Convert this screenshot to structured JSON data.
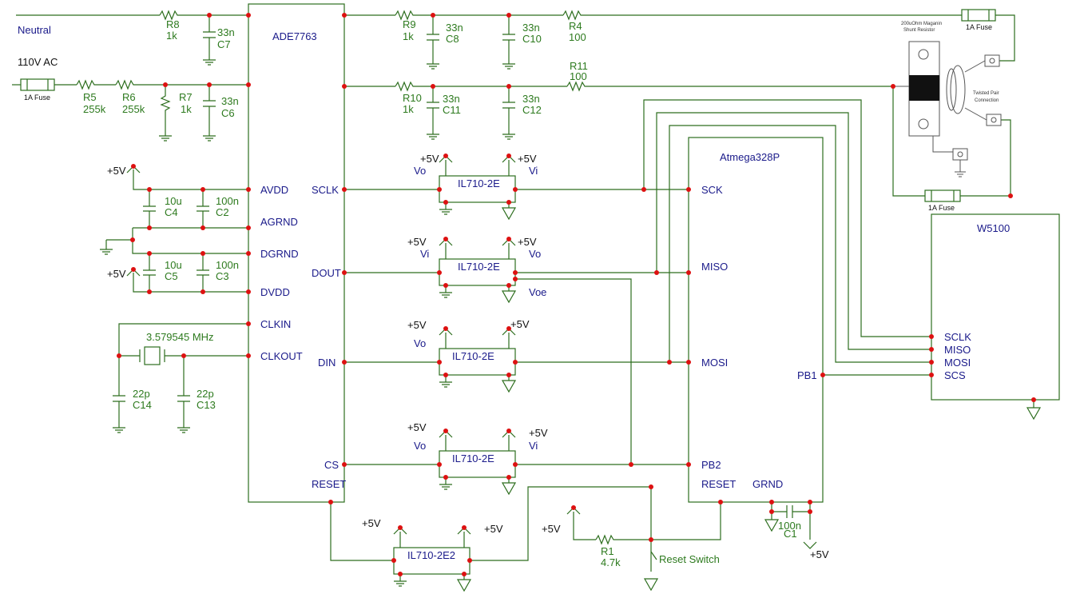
{
  "net_labels": {
    "neutral": "Neutral",
    "ac_in": "110V AC",
    "fuse": "1A Fuse",
    "plus5v": "+5V",
    "vo": "Vo",
    "vi": "Vi",
    "voe": "Voe"
  },
  "ics": {
    "ade": "ADE7763",
    "atmega": "Atmega328P",
    "w5100": "W5100",
    "iso": "IL710-2E",
    "iso2": "IL710-2E2"
  },
  "ade_pins": {
    "avdd": "AVDD",
    "agrnd": "AGRND",
    "dgrnd": "DGRND",
    "dvdd": "DVDD",
    "clkin": "CLKIN",
    "clkout": "CLKOUT",
    "sclk": "SCLK",
    "dout": "DOUT",
    "din": "DIN",
    "cs": "CS",
    "reset": "RESET"
  },
  "atmega_pins": {
    "sck": "SCK",
    "miso": "MISO",
    "mosi": "MOSI",
    "pb2": "PB2",
    "reset": "RESET",
    "grnd": "GRND",
    "pb1": "PB1"
  },
  "w5100_pins": {
    "sclk": "SCLK",
    "miso": "MISO",
    "mosi": "MOSI",
    "scs": "SCS"
  },
  "components": {
    "r8": {
      "ref": "R8",
      "val": "1k"
    },
    "c7": {
      "ref": "C7",
      "val": "33n"
    },
    "r5": {
      "ref": "R5",
      "val": "255k"
    },
    "r6": {
      "ref": "R6",
      "val": "255k"
    },
    "r7": {
      "ref": "R7",
      "val": "1k"
    },
    "c6": {
      "ref": "C6",
      "val": "33n"
    },
    "r9": {
      "ref": "R9",
      "val": "1k"
    },
    "c8": {
      "ref": "C8",
      "val": "33n"
    },
    "c10": {
      "ref": "C10",
      "val": "33n"
    },
    "r4": {
      "ref": "R4",
      "val": "100"
    },
    "r10": {
      "ref": "R10",
      "val": "1k"
    },
    "c11": {
      "ref": "C11",
      "val": "33n"
    },
    "c12": {
      "ref": "C12",
      "val": "33n"
    },
    "r11": {
      "ref": "R11",
      "val": "100"
    },
    "c4": {
      "ref": "C4",
      "val": "10u"
    },
    "c2": {
      "ref": "C2",
      "val": "100n"
    },
    "c5": {
      "ref": "C5",
      "val": "10u"
    },
    "c3": {
      "ref": "C3",
      "val": "100n"
    },
    "xtal": {
      "val": "3.579545 MHz"
    },
    "c14": {
      "ref": "C14",
      "val": "22p"
    },
    "c13": {
      "ref": "C13",
      "val": "22p"
    },
    "r1": {
      "ref": "R1",
      "val": "4.7k"
    },
    "c1": {
      "ref": "C1",
      "val": "100n"
    },
    "reset_sw": "Reset Switch"
  },
  "shunt": {
    "title_line1": "200uOhm Maganin",
    "title_line2": "Shunt Resistor",
    "twisted1": "Twisted Pair",
    "twisted2": "Connection"
  }
}
